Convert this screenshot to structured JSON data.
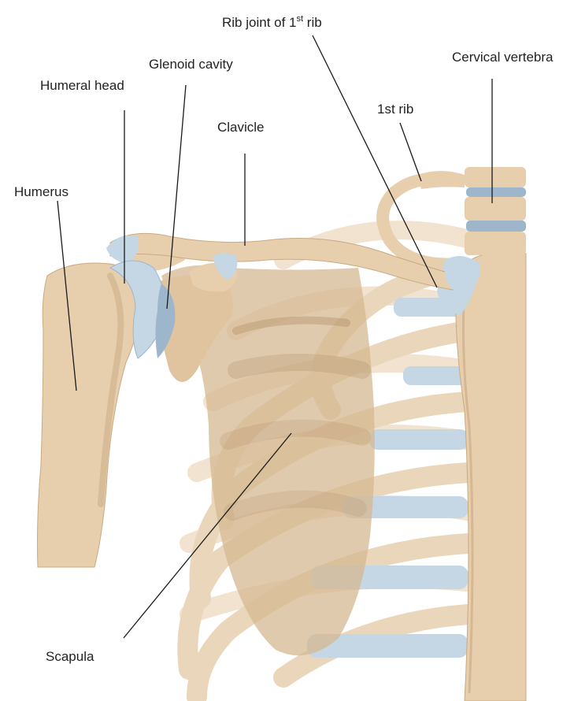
{
  "labels": {
    "rib_joint": {
      "text": "Rib joint of 1",
      "sup": "st",
      "tail": " rib"
    },
    "cervical_vertebra": "Cervical vertebra",
    "glenoid_cavity": "Glenoid cavity",
    "humeral_head": "Humeral head",
    "first_rib": "1st rib",
    "clavicle": "Clavicle",
    "humerus": "Humerus",
    "scapula": "Scapula"
  },
  "colors": {
    "bone": "#e7cfae",
    "bone_shade": "#c9a981",
    "bone_dark": "#a8875f",
    "bone_faint": "#f1e3cf",
    "cartilage": "#c5d6e4",
    "cartilage_dark": "#9db6cc",
    "scapula_fill": "#d6b892",
    "leader": "#1a1a1a"
  }
}
